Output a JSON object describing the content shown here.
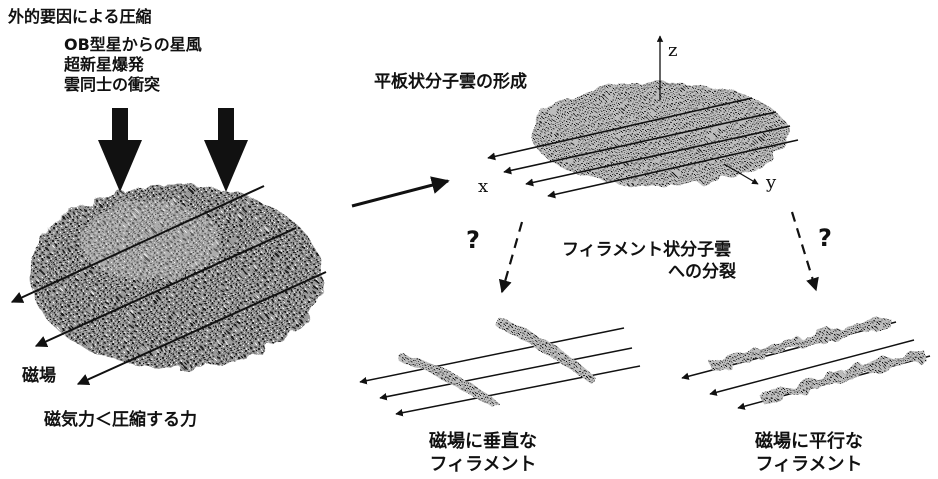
{
  "title_compression": "外的要因による圧縮",
  "causes": [
    "OB型星からの星風",
    "超新星爆発",
    "雲同士の衝突"
  ],
  "magnetic_field_label": "磁場",
  "force_relation": "磁気力＜圧縮する力",
  "sheet_cloud_label": "平板状分子雲の形成",
  "axes": {
    "z": "z",
    "x": "x",
    "y": "y"
  },
  "fragmentation_label_1": "フィラメント状分子雲",
  "fragmentation_label_2": "への分裂",
  "question_mark": "?",
  "perpendicular_label_1": "磁場に垂直な",
  "perpendicular_label_2": "フィラメント",
  "parallel_label_1": "磁場に平行な",
  "parallel_label_2": "フィラメント"
}
